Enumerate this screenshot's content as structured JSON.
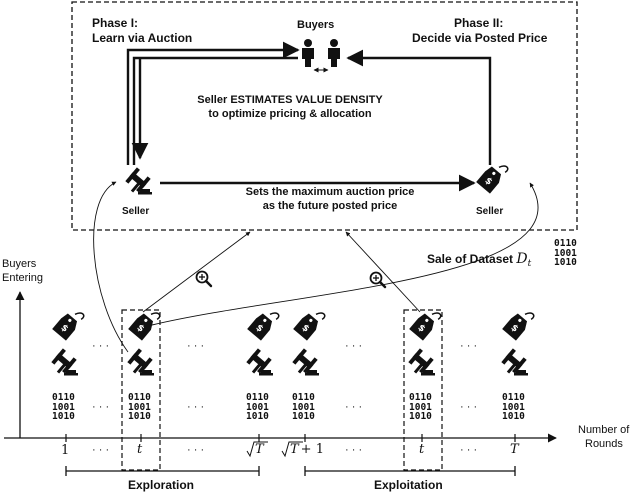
{
  "top_box": {
    "phase1_title": "Phase I:",
    "phase1_sub": "Learn via Auction",
    "phase2_title": "Phase II:",
    "phase2_sub": "Decide via Posted Price",
    "buyers_label": "Buyers",
    "estimate_line1": "Seller ESTIMATES VALUE DENSITY",
    "estimate_line2": "to optimize pricing & allocation",
    "max_line1": "Sets the maximum auction price",
    "max_line2": "as the future posted price",
    "seller_left": "Seller",
    "seller_right": "Seller"
  },
  "sale": {
    "label": "Sale of Dataset",
    "var": "D",
    "sub": "t"
  },
  "bits": [
    "0110",
    "1001",
    "1010"
  ],
  "y_axis": {
    "line1": "Buyers",
    "line2": "Entering"
  },
  "x_axis": {
    "line1": "Number of",
    "line2": "Rounds"
  },
  "dots": "· · ·",
  "ticks": {
    "t1": "1",
    "t_explore": "t",
    "sqrtT": "T",
    "sqrtT_plus": "+ 1",
    "t_exploit": "t",
    "T": "T"
  },
  "phases": {
    "exploration": "Exploration",
    "exploitation": "Exploitation"
  },
  "icons": [
    "gavel-icon",
    "price-tag-icon",
    "people-icon",
    "magnifier-icon",
    "binary-data-icon"
  ]
}
